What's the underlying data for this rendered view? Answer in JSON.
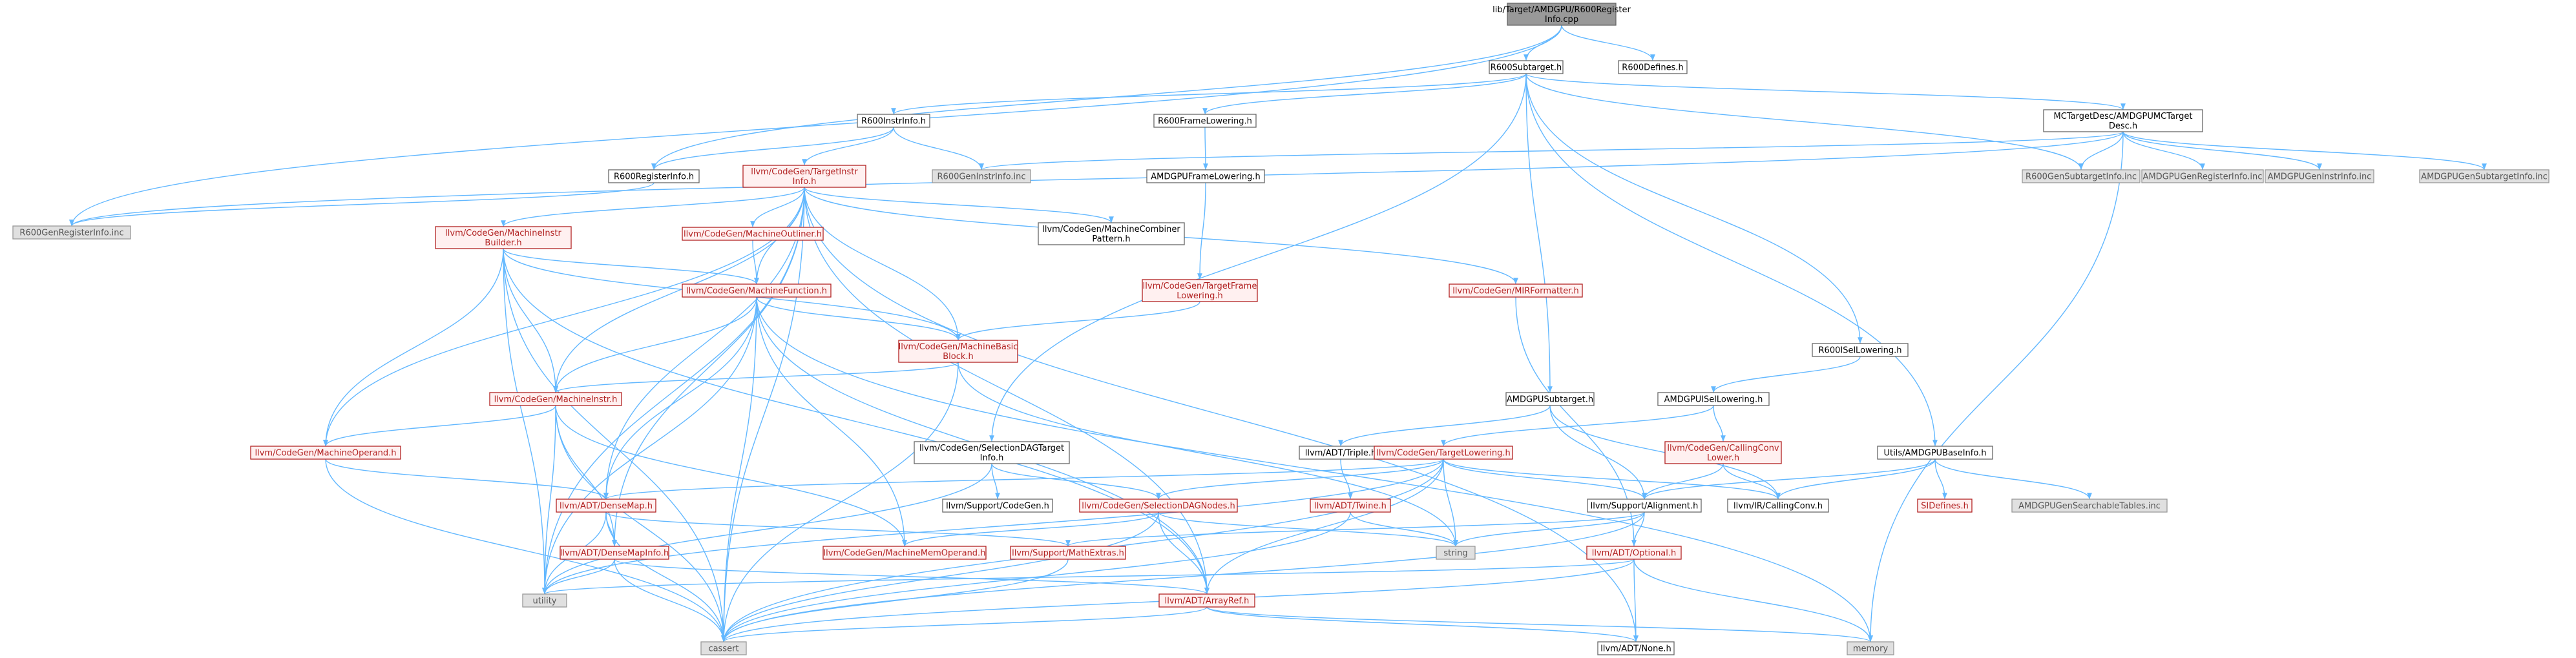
{
  "diagram": {
    "type": "include-dependency-graph",
    "colors": {
      "edge": "#63b8ff",
      "link_node_border": "#b22222",
      "root_fill": "#999999",
      "external_fill": "#e0e0e0"
    },
    "nodes": [
      {
        "id": "root",
        "lines": [
          "lib/Target/AMDGPU/R600Register",
          "Info.cpp"
        ],
        "kind": "root"
      },
      {
        "id": "r600subtarget",
        "lines": [
          "R600Subtarget.h"
        ],
        "kind": "normal"
      },
      {
        "id": "r600defines",
        "lines": [
          "R600Defines.h"
        ],
        "kind": "normal"
      },
      {
        "id": "r600instrinfo",
        "lines": [
          "R600InstrInfo.h"
        ],
        "kind": "normal"
      },
      {
        "id": "r600framelowering",
        "lines": [
          "R600FrameLowering.h"
        ],
        "kind": "normal"
      },
      {
        "id": "mctargetdesc",
        "lines": [
          "MCTargetDesc/AMDGPUMCTarget",
          "Desc.h"
        ],
        "kind": "normal"
      },
      {
        "id": "r600registerinfo",
        "lines": [
          "R600RegisterInfo.h"
        ],
        "kind": "normal"
      },
      {
        "id": "targetinstrinfo",
        "lines": [
          "llvm/CodeGen/TargetInstr",
          "Info.h"
        ],
        "kind": "red"
      },
      {
        "id": "r600geninstrinfo",
        "lines": [
          "R600GenInstrInfo.inc"
        ],
        "kind": "gray"
      },
      {
        "id": "amdgpuframelowering",
        "lines": [
          "AMDGPUFrameLowering.h"
        ],
        "kind": "normal"
      },
      {
        "id": "r600gensubtargetinfo",
        "lines": [
          "R600GenSubtargetInfo.inc"
        ],
        "kind": "gray"
      },
      {
        "id": "amdgpugenregisterinfo",
        "lines": [
          "AMDGPUGenRegisterInfo.inc"
        ],
        "kind": "gray"
      },
      {
        "id": "amdgpugeninstrinfo",
        "lines": [
          "AMDGPUGenInstrInfo.inc"
        ],
        "kind": "gray"
      },
      {
        "id": "amdgpugensubtargetinfo",
        "lines": [
          "AMDGPUGenSubtargetInfo.inc"
        ],
        "kind": "gray"
      },
      {
        "id": "r600genregisterinfo",
        "lines": [
          "R600GenRegisterInfo.inc"
        ],
        "kind": "gray"
      },
      {
        "id": "machineinstrbuilder",
        "lines": [
          "llvm/CodeGen/MachineInstr",
          "Builder.h"
        ],
        "kind": "red"
      },
      {
        "id": "machineoutliner",
        "lines": [
          "llvm/CodeGen/MachineOutliner.h"
        ],
        "kind": "red"
      },
      {
        "id": "machinecombiner",
        "lines": [
          "llvm/CodeGen/MachineCombiner",
          "Pattern.h"
        ],
        "kind": "normal"
      },
      {
        "id": "mirformatter",
        "lines": [
          "llvm/CodeGen/MIRFormatter.h"
        ],
        "kind": "red"
      },
      {
        "id": "targetframelowering",
        "lines": [
          "llvm/CodeGen/TargetFrame",
          "Lowering.h"
        ],
        "kind": "red"
      },
      {
        "id": "machinefunction",
        "lines": [
          "llvm/CodeGen/MachineFunction.h"
        ],
        "kind": "red"
      },
      {
        "id": "machinebasicblock",
        "lines": [
          "llvm/CodeGen/MachineBasic",
          "Block.h"
        ],
        "kind": "red"
      },
      {
        "id": "r600isellowering",
        "lines": [
          "R600ISelLowering.h"
        ],
        "kind": "normal"
      },
      {
        "id": "machineinstr",
        "lines": [
          "llvm/CodeGen/MachineInstr.h"
        ],
        "kind": "red"
      },
      {
        "id": "amdgpusubtarget",
        "lines": [
          "AMDGPUSubtarget.h"
        ],
        "kind": "normal"
      },
      {
        "id": "amdgpuisellowering",
        "lines": [
          "AMDGPUISelLowering.h"
        ],
        "kind": "normal"
      },
      {
        "id": "selectiondagtargetinfo",
        "lines": [
          "llvm/CodeGen/SelectionDAGTarget",
          "Info.h"
        ],
        "kind": "normal"
      },
      {
        "id": "triple",
        "lines": [
          "llvm/ADT/Triple.h"
        ],
        "kind": "normal"
      },
      {
        "id": "targetlowering",
        "lines": [
          "llvm/CodeGen/TargetLowering.h"
        ],
        "kind": "red"
      },
      {
        "id": "callingconvlower",
        "lines": [
          "llvm/CodeGen/CallingConv",
          "Lower.h"
        ],
        "kind": "red"
      },
      {
        "id": "amdgpubaseinfo",
        "lines": [
          "Utils/AMDGPUBaseInfo.h"
        ],
        "kind": "normal"
      },
      {
        "id": "machineoperand",
        "lines": [
          "llvm/CodeGen/MachineOperand.h"
        ],
        "kind": "red"
      },
      {
        "id": "supportcodegen",
        "lines": [
          "llvm/Support/CodeGen.h"
        ],
        "kind": "normal"
      },
      {
        "id": "selectiondagnodes",
        "lines": [
          "llvm/CodeGen/SelectionDAGNodes.h"
        ],
        "kind": "red"
      },
      {
        "id": "twine",
        "lines": [
          "llvm/ADT/Twine.h"
        ],
        "kind": "red"
      },
      {
        "id": "alignment",
        "lines": [
          "llvm/Support/Alignment.h"
        ],
        "kind": "normal"
      },
      {
        "id": "callingconv",
        "lines": [
          "llvm/IR/CallingConv.h"
        ],
        "kind": "normal"
      },
      {
        "id": "sidefines",
        "lines": [
          "SIDefines.h"
        ],
        "kind": "red"
      },
      {
        "id": "amdgpugensearchable",
        "lines": [
          "AMDGPUGenSearchableTables.inc"
        ],
        "kind": "gray"
      },
      {
        "id": "densemap",
        "lines": [
          "llvm/ADT/DenseMap.h"
        ],
        "kind": "red"
      },
      {
        "id": "string",
        "lines": [
          "string"
        ],
        "kind": "gray"
      },
      {
        "id": "densemapinfo",
        "lines": [
          "llvm/ADT/DenseMapInfo.h"
        ],
        "kind": "red"
      },
      {
        "id": "machinememoperand",
        "lines": [
          "llvm/CodeGen/MachineMemOperand.h"
        ],
        "kind": "red"
      },
      {
        "id": "mathextras",
        "lines": [
          "llvm/Support/MathExtras.h"
        ],
        "kind": "red"
      },
      {
        "id": "optional",
        "lines": [
          "llvm/ADT/Optional.h"
        ],
        "kind": "red"
      },
      {
        "id": "utility",
        "lines": [
          "utility"
        ],
        "kind": "gray"
      },
      {
        "id": "arrayref",
        "lines": [
          "llvm/ADT/ArrayRef.h"
        ],
        "kind": "red"
      },
      {
        "id": "cassert",
        "lines": [
          "cassert"
        ],
        "kind": "gray"
      },
      {
        "id": "memory",
        "lines": [
          "memory"
        ],
        "kind": "gray"
      },
      {
        "id": "none",
        "lines": [
          "llvm/ADT/None.h"
        ],
        "kind": "normal"
      }
    ],
    "edges": [
      [
        "root",
        "r600subtarget"
      ],
      [
        "root",
        "r600defines"
      ],
      [
        "root",
        "r600registerinfo"
      ],
      [
        "root",
        "r600genregisterinfo"
      ],
      [
        "r600subtarget",
        "r600instrinfo"
      ],
      [
        "r600subtarget",
        "r600framelowering"
      ],
      [
        "r600subtarget",
        "mctargetdesc"
      ],
      [
        "r600subtarget",
        "r600gensubtargetinfo"
      ],
      [
        "r600subtarget",
        "r600isellowering"
      ],
      [
        "r600subtarget",
        "amdgpusubtarget"
      ],
      [
        "r600subtarget",
        "selectiondagtargetinfo"
      ],
      [
        "r600subtarget",
        "amdgpubaseinfo"
      ],
      [
        "r600instrinfo",
        "r600registerinfo"
      ],
      [
        "r600instrinfo",
        "targetinstrinfo"
      ],
      [
        "r600instrinfo",
        "r600geninstrinfo"
      ],
      [
        "r600framelowering",
        "amdgpuframelowering"
      ],
      [
        "amdgpuframelowering",
        "targetframelowering"
      ],
      [
        "targetframelowering",
        "machinebasicblock"
      ],
      [
        "mctargetdesc",
        "r600geninstrinfo"
      ],
      [
        "mctargetdesc",
        "r600gensubtargetinfo"
      ],
      [
        "mctargetdesc",
        "amdgpugenregisterinfo"
      ],
      [
        "mctargetdesc",
        "amdgpugeninstrinfo"
      ],
      [
        "mctargetdesc",
        "amdgpugensubtargetinfo"
      ],
      [
        "mctargetdesc",
        "r600genregisterinfo"
      ],
      [
        "mctargetdesc",
        "memory"
      ],
      [
        "r600registerinfo",
        "r600genregisterinfo"
      ],
      [
        "targetinstrinfo",
        "machineinstrbuilder"
      ],
      [
        "targetinstrinfo",
        "machineoutliner"
      ],
      [
        "targetinstrinfo",
        "machinecombiner"
      ],
      [
        "targetinstrinfo",
        "mirformatter"
      ],
      [
        "targetinstrinfo",
        "machinefunction"
      ],
      [
        "targetinstrinfo",
        "machinebasicblock"
      ],
      [
        "targetinstrinfo",
        "machineinstr"
      ],
      [
        "targetinstrinfo",
        "machineoperand"
      ],
      [
        "targetinstrinfo",
        "densemap"
      ],
      [
        "targetinstrinfo",
        "densemapinfo"
      ],
      [
        "targetinstrinfo",
        "arrayref"
      ],
      [
        "targetinstrinfo",
        "utility"
      ],
      [
        "targetinstrinfo",
        "cassert"
      ],
      [
        "targetinstrinfo",
        "none"
      ],
      [
        "machineinstrbuilder",
        "machinefunction"
      ],
      [
        "machineinstrbuilder",
        "machineinstr"
      ],
      [
        "machineinstrbuilder",
        "machineoperand"
      ],
      [
        "machineinstrbuilder",
        "arrayref"
      ],
      [
        "machineinstrbuilder",
        "utility"
      ],
      [
        "machineinstrbuilder",
        "cassert"
      ],
      [
        "machineinstrbuilder",
        "machinebasicblock"
      ],
      [
        "machineoutliner",
        "machinefunction"
      ],
      [
        "mirformatter",
        "optional"
      ],
      [
        "machinefunction",
        "machinebasicblock"
      ],
      [
        "machinefunction",
        "machineinstr"
      ],
      [
        "machinefunction",
        "densemap"
      ],
      [
        "machinefunction",
        "machinememoperand"
      ],
      [
        "machinefunction",
        "arrayref"
      ],
      [
        "machinefunction",
        "utility"
      ],
      [
        "machinefunction",
        "cassert"
      ],
      [
        "machinefunction",
        "memory"
      ],
      [
        "machinebasicblock",
        "machineinstr"
      ],
      [
        "machinebasicblock",
        "cassert"
      ],
      [
        "machinebasicblock",
        "string"
      ],
      [
        "machineinstr",
        "machineoperand"
      ],
      [
        "machineinstr",
        "machinememoperand"
      ],
      [
        "machineinstr",
        "densemapinfo"
      ],
      [
        "machineinstr",
        "utility"
      ],
      [
        "machineinstr",
        "cassert"
      ],
      [
        "machineoperand",
        "densemap"
      ],
      [
        "machineoperand",
        "cassert"
      ],
      [
        "r600isellowering",
        "amdgpuisellowering"
      ],
      [
        "amdgpuisellowering",
        "targetlowering"
      ],
      [
        "amdgpuisellowering",
        "callingconvlower"
      ],
      [
        "amdgpusubtarget",
        "triple"
      ],
      [
        "amdgpusubtarget",
        "alignment"
      ],
      [
        "amdgpusubtarget",
        "callingconv"
      ],
      [
        "selectiondagtargetinfo",
        "selectiondagnodes"
      ],
      [
        "selectiondagtargetinfo",
        "supportcodegen"
      ],
      [
        "selectiondagtargetinfo",
        "utility"
      ],
      [
        "triple",
        "twine"
      ],
      [
        "targetlowering",
        "selectiondagnodes"
      ],
      [
        "targetlowering",
        "densemap"
      ],
      [
        "targetlowering",
        "alignment"
      ],
      [
        "targetlowering",
        "callingconv"
      ],
      [
        "targetlowering",
        "arrayref"
      ],
      [
        "targetlowering",
        "string"
      ],
      [
        "targetlowering",
        "cassert"
      ],
      [
        "targetlowering",
        "utility"
      ],
      [
        "callingconvlower",
        "alignment"
      ],
      [
        "callingconvlower",
        "callingconv"
      ],
      [
        "amdgpubaseinfo",
        "sidefines"
      ],
      [
        "amdgpubaseinfo",
        "amdgpugensearchable"
      ],
      [
        "amdgpubaseinfo",
        "alignment"
      ],
      [
        "amdgpubaseinfo",
        "callingconv"
      ],
      [
        "selectiondagnodes",
        "machinememoperand"
      ],
      [
        "selectiondagnodes",
        "arrayref"
      ],
      [
        "selectiondagnodes",
        "string"
      ],
      [
        "selectiondagnodes",
        "cassert"
      ],
      [
        "twine",
        "string"
      ],
      [
        "twine",
        "cassert"
      ],
      [
        "alignment",
        "optional"
      ],
      [
        "alignment",
        "mathextras"
      ],
      [
        "alignment",
        "string"
      ],
      [
        "alignment",
        "cassert"
      ],
      [
        "densemap",
        "densemapinfo"
      ],
      [
        "densemap",
        "mathextras"
      ],
      [
        "densemap",
        "utility"
      ],
      [
        "densemap",
        "cassert"
      ],
      [
        "densemapinfo",
        "arrayref"
      ],
      [
        "densemapinfo",
        "utility"
      ],
      [
        "densemapinfo",
        "cassert"
      ],
      [
        "mathextras",
        "cassert"
      ],
      [
        "optional",
        "none"
      ],
      [
        "optional",
        "utility"
      ],
      [
        "optional",
        "cassert"
      ],
      [
        "optional",
        "memory"
      ],
      [
        "arrayref",
        "none"
      ],
      [
        "arrayref",
        "memory"
      ],
      [
        "arrayref",
        "cassert"
      ]
    ]
  }
}
